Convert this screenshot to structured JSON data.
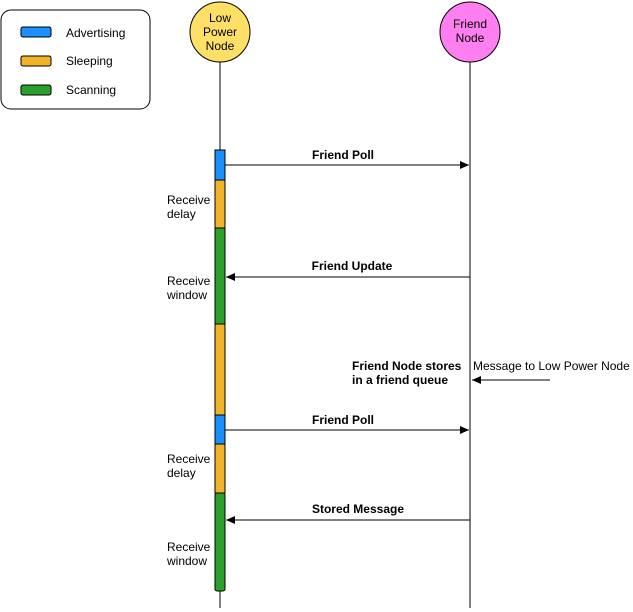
{
  "legend": {
    "items": [
      {
        "label": "Advertising",
        "color": "#1a8fff"
      },
      {
        "label": "Sleeping",
        "color": "#f0b429"
      },
      {
        "label": "Scanning",
        "color": "#2ca02c"
      }
    ]
  },
  "participants": {
    "low_power": {
      "line1": "Low",
      "line2": "Power",
      "line3": "Node",
      "color": "#ffe066"
    },
    "friend": {
      "line1": "Friend",
      "line2": "Node",
      "color": "#ff7ef0"
    }
  },
  "messages": {
    "poll1": "Friend Poll",
    "update": "Friend Update",
    "poll2": "Friend Poll",
    "stored": "Stored Message",
    "external": "Message to Low Power Node"
  },
  "notes": {
    "receive_delay_1": {
      "line1": "Receive",
      "line2": "delay"
    },
    "receive_window_1": {
      "line1": "Receive",
      "line2": "window"
    },
    "receive_delay_2": {
      "line1": "Receive",
      "line2": "delay"
    },
    "receive_window_2": {
      "line1": "Receive",
      "line2": "window"
    },
    "friend_store": {
      "line1": "Friend Node stores",
      "line2": "in a friend queue"
    }
  }
}
